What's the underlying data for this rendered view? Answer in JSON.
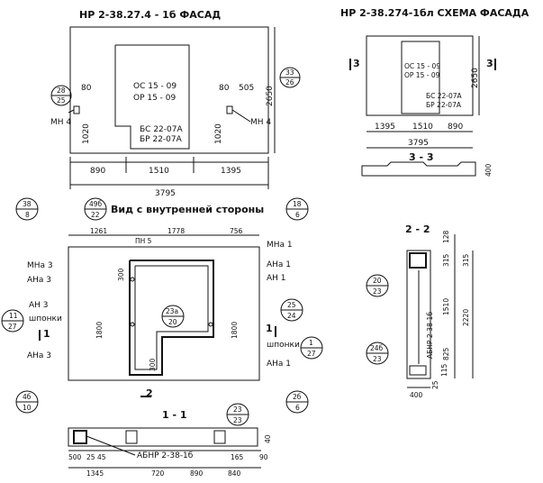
{
  "facade": {
    "title": "НР 2-38.27.4 - 1б ФАСАД",
    "opening_top": "ОС 15 - 09",
    "opening_bot": "ОР 15 - 09",
    "window_top": "БС 22-07А",
    "window_bot": "БР 22-07А",
    "dim_height": "2650",
    "dim_1020_left": "1020",
    "dim_1020_right": "1020",
    "dim_80_left": "80",
    "dim_80_right": "80",
    "dim_505": "505",
    "dims_bottom": [
      "890",
      "1510",
      "1395"
    ],
    "dim_total": "3795",
    "mn_left": "МН 4",
    "mn_right": "МН 4",
    "ref_left_top": "28",
    "ref_left_bot": "25",
    "ref_right_top": "33",
    "ref_right_bot": "26"
  },
  "scheme": {
    "title": "НР 2-38.274-1бл СХЕМА ФАСАДА",
    "opening_top": "ОС 15 - 09",
    "opening_bot": "ОР 15 - 09",
    "window_top": "БС 22-07А",
    "window_bot": "БР 22-07А",
    "dim_height": "2650",
    "dims_bottom": [
      "1395",
      "1510",
      "890"
    ],
    "dim_total": "3795",
    "section_mark_left": "3",
    "section_mark_right": "3",
    "section_label": "3 - 3",
    "dim_400": "400"
  },
  "inner": {
    "title": "Вид с внутренней стороны",
    "dims_top": [
      "1261",
      "1778",
      "756"
    ],
    "pn5": "ПН 5",
    "mna3": "МНа 3",
    "ana3_top": "АНа 3",
    "an3": "АН 3",
    "shponki_left": "шпонки",
    "ana3_bottom": "АНа 3",
    "mna1": "МНа 1",
    "ana1_top": "АНа 1",
    "an1": "АН 1",
    "shponki_right": "шпонки",
    "ana1_bottom": "АНа 1",
    "dim_300_top": "300",
    "dim_300_bottom": "300",
    "dim_1800_left": "1800",
    "dim_1800_right": "1800",
    "sec_mark_1_left": "1",
    "sec_mark_1_right": "1",
    "sec_mark_2": "2",
    "ref_38_top": "38",
    "ref_38_bot": "8",
    "ref_49_top": "49б",
    "ref_49_bot": "22",
    "ref_18_top": "18",
    "ref_18_bot": "6",
    "ref_11_top": "11",
    "ref_11_bot": "27",
    "ref_25_top": "25",
    "ref_25_bot": "24",
    "ref_1_top": "1",
    "ref_1_bot": "27",
    "ref_23a_top": "23а",
    "ref_23a_bot": "20",
    "ref_48_top": "4б",
    "ref_48_bot": "10",
    "ref_28_top": "2б",
    "ref_28_bot": "6"
  },
  "sec11": {
    "title": "1 - 1",
    "label": "АБНР 2-38-1б",
    "ref_top": "23",
    "ref_bot": "23",
    "dims_a": [
      "500",
      "25",
      "45"
    ],
    "dims_b": [
      "1345",
      "720",
      "890",
      "840"
    ],
    "dim_165": "165",
    "dim_90": "90",
    "dim_40": "40"
  },
  "sec22": {
    "title": "2 - 2",
    "label": "АБНР 2-38-1б",
    "ref_a_top": "20",
    "ref_a_bot": "23",
    "ref_b_top": "24б",
    "ref_b_bot": "23",
    "dim_128": "128",
    "dim_315_left": "315",
    "dim_315_right": "315",
    "dim_1510": "1510",
    "dim_2220": "2220",
    "dim_825": "825",
    "dim_115": "115",
    "dim_25": "25",
    "dim_400": "400"
  }
}
